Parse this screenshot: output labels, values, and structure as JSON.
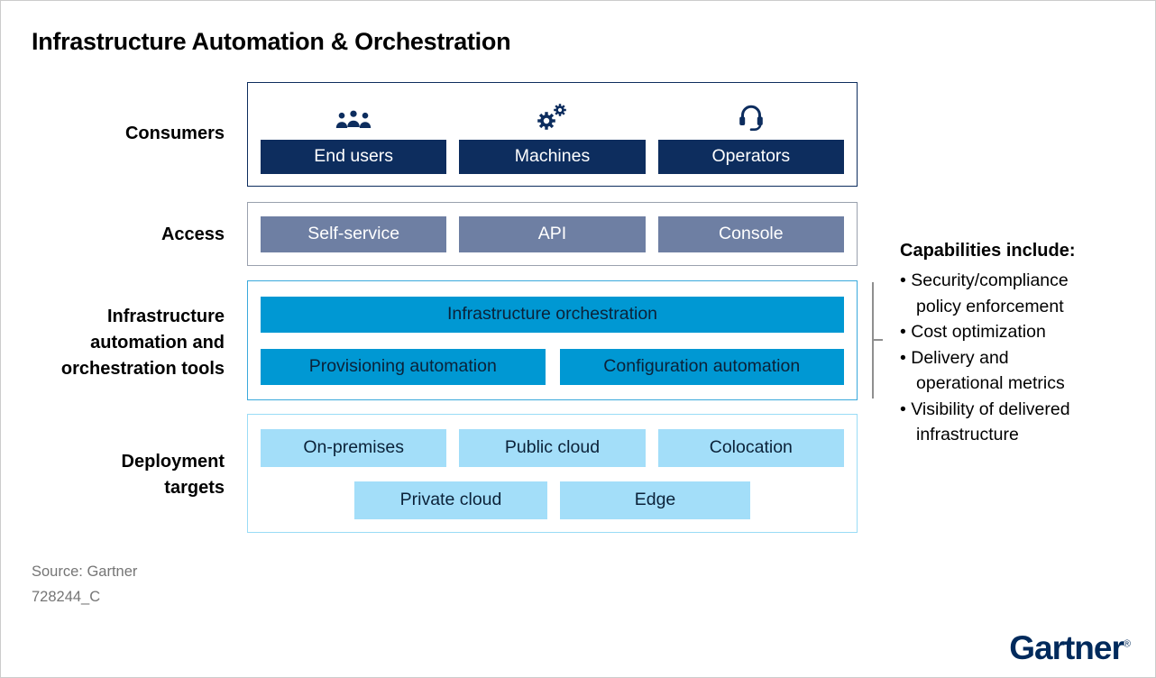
{
  "title": "Infrastructure Automation & Orchestration",
  "rows": {
    "consumers": {
      "label": "Consumers",
      "items": [
        {
          "label": "End users",
          "icon": "people-icon"
        },
        {
          "label": "Machines",
          "icon": "gears-icon"
        },
        {
          "label": "Operators",
          "icon": "headset-icon"
        }
      ]
    },
    "access": {
      "label": "Access",
      "items": [
        {
          "label": "Self-service"
        },
        {
          "label": "API"
        },
        {
          "label": "Console"
        }
      ]
    },
    "tools": {
      "label": "Infrastructure automation and orchestration tools",
      "items": [
        {
          "label": "Infrastructure orchestration"
        },
        {
          "label": "Provisioning automation"
        },
        {
          "label": "Configuration automation"
        }
      ]
    },
    "deployment": {
      "label": "Deployment targets",
      "items": [
        {
          "label": "On-premises"
        },
        {
          "label": "Public cloud"
        },
        {
          "label": "Colocation"
        },
        {
          "label": "Private cloud"
        },
        {
          "label": "Edge"
        }
      ]
    }
  },
  "capabilities": {
    "heading": "Capabilities include:",
    "items": [
      "Security/compliance policy enforcement",
      "Cost optimization",
      "Delivery and operational metrics",
      "Visibility of delivered infrastructure"
    ]
  },
  "footer": {
    "source": "Source: Gartner",
    "code": "728244_C"
  },
  "brand": {
    "name": "Gartner",
    "registered": "®"
  },
  "colors": {
    "navy": "#0d2d5e",
    "slate": "#6e7fa3",
    "blue": "#0098d3",
    "light_blue": "#a3def9",
    "dark_text": "#0b2239",
    "border_gray": "#9aa1ae",
    "border_blue": "#3aa9dc",
    "border_light_blue": "#9adcf6",
    "bracket": "#8f8f8f",
    "gray_text": "#757575",
    "brand_navy": "#002a5c",
    "outer_border": "#cccccc"
  }
}
